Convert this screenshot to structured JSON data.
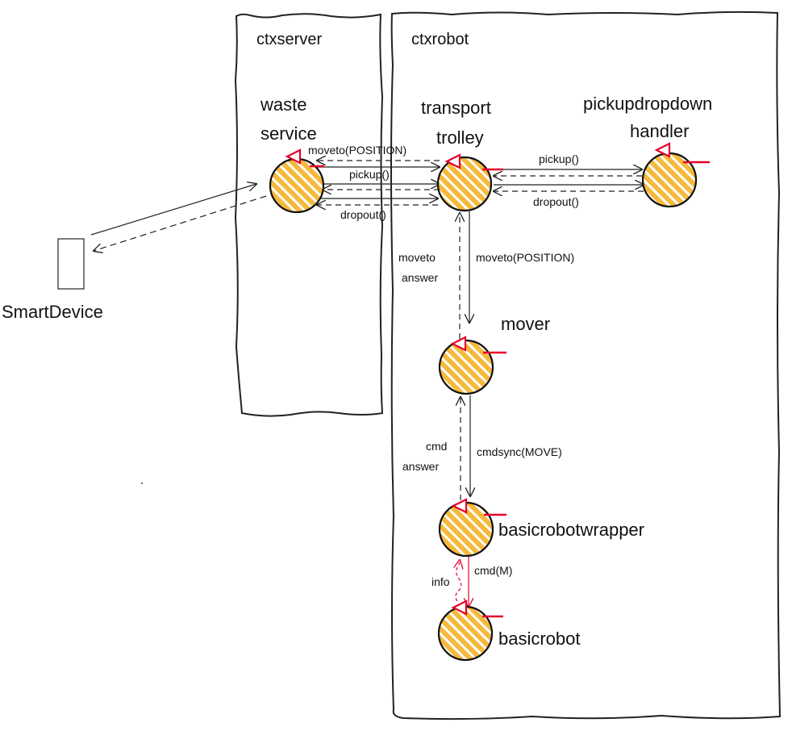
{
  "contexts": {
    "server": "ctxserver",
    "robot": "ctxrobot"
  },
  "external": {
    "device": "SmartDevice"
  },
  "actors": {
    "waste": [
      "waste",
      "service"
    ],
    "transport": [
      "transport",
      "trolley"
    ],
    "pickup": [
      "pickupdropdown",
      "handler"
    ],
    "mover": "mover",
    "wrapper": "basicrobotwrapper",
    "basicrobot": "basicrobot"
  },
  "messages": {
    "ws_moveto": "moveto(POSITION)",
    "ws_pickup": "pickup()",
    "ws_dropout": "dropout()",
    "tt_pickup": "pickup()",
    "tt_dropout": "dropout()",
    "mv_moveto": "moveto(POSITION)",
    "mv_answer": [
      "moveto",
      "answer"
    ],
    "cmd_sync": "cmdsync(MOVE)",
    "cmd_answer": [
      "cmd",
      "answer"
    ],
    "cmd_m": "cmd(M)",
    "info": "info"
  },
  "colors": {
    "actor_fill": "#F6B93B",
    "actor_stripe": "#FFFFFF",
    "marker": "#E4002B",
    "line": "#222222"
  }
}
